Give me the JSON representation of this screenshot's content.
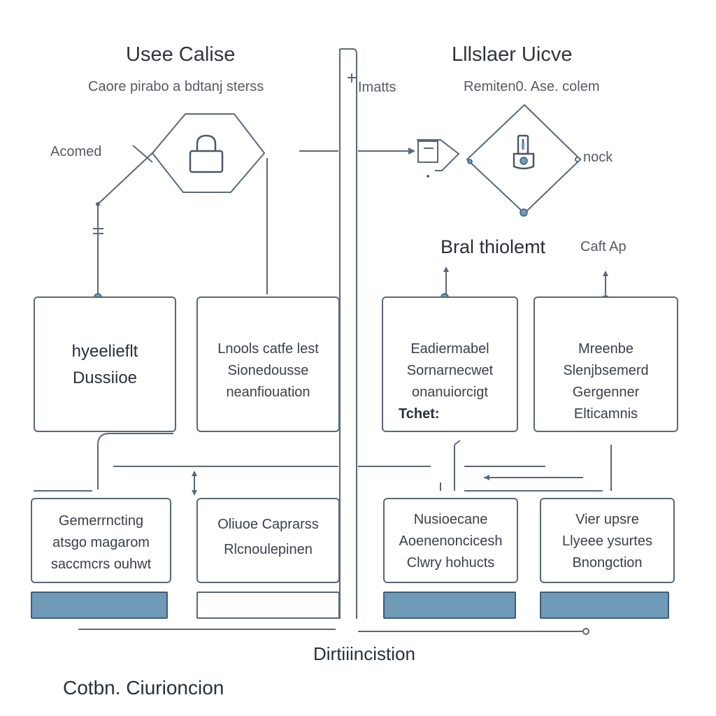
{
  "colors": {
    "line": "#5a6878",
    "accent": "#6f9ab8",
    "text": "#3a3f47"
  },
  "left": {
    "title": "Usee Calise",
    "subtitle": "Caore pirabo a bdtanj sterss",
    "side_label": "Acomed",
    "icon": "lock-icon"
  },
  "center": {
    "label": "Imatts"
  },
  "right": {
    "title": "Lllslaer Uicve",
    "subtitle": "Remiten0. Ase. colem",
    "side_label": "nock",
    "icon": "usb-key-icon",
    "heading": "Bral thiolemt",
    "heading_note": "Caft Ap"
  },
  "top_boxes": [
    {
      "lines": [
        "hyeelieflt",
        "Dussiioe"
      ]
    },
    {
      "lines": [
        "Lnools catfe lest",
        "Sionedousse",
        "neanfiouation"
      ]
    },
    {
      "lines": [
        "Eadiermabel",
        "Sornarnecwet",
        "onanuiorcigt",
        "Tchet:"
      ]
    },
    {
      "lines": [
        "Mreenbe",
        "Slenjbsemerd",
        "Gergenner",
        "Elticamnis"
      ]
    }
  ],
  "bottom_boxes": [
    {
      "lines": [
        "Gemerrncting",
        "atsgo magarom",
        "saccmcrs ouhwt"
      ]
    },
    {
      "lines": [
        "Oliuoe Caprarss",
        "Rlcnoulepinen"
      ]
    },
    {
      "lines": [
        "Nusioecane",
        "Aoenenoncicesh",
        "Clwry hohucts"
      ]
    },
    {
      "lines": [
        "Vier upsre",
        "Llyeee ysurtes",
        "Bnongction"
      ]
    }
  ],
  "footer": {
    "center_label": "Dirtiiincistion",
    "left_label": "Cotbn. Ciurioncion"
  }
}
